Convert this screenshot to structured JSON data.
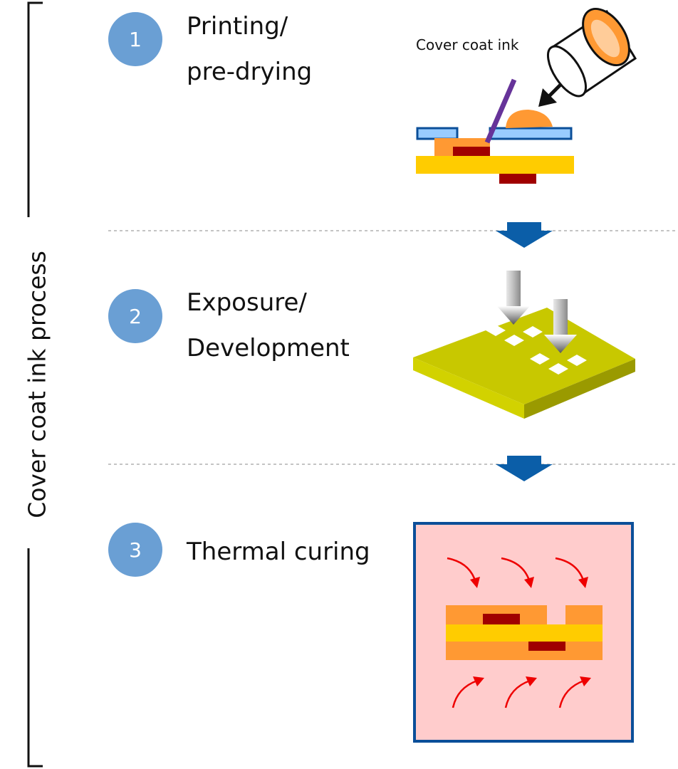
{
  "process_label": "Cover coat ink process",
  "steps": [
    {
      "number": "1",
      "lines": [
        "Printing/",
        "pre-drying"
      ]
    },
    {
      "number": "2",
      "lines": [
        "Exposure/",
        "Development"
      ]
    },
    {
      "number": "3",
      "lines": [
        "Thermal curing"
      ]
    }
  ],
  "illustration": {
    "ink_label": "Cover coat ink"
  },
  "colors": {
    "step_circle": "#6a9fd4",
    "flow_arrow": "#0b5ea8",
    "substrate_yellow": "#ffcc00",
    "ink_orange": "#ff9933",
    "copper_dark_red": "#a00000",
    "board_olive": "#c8c800",
    "oven_fill": "#ffcccc",
    "oven_border": "#0b4f99"
  }
}
